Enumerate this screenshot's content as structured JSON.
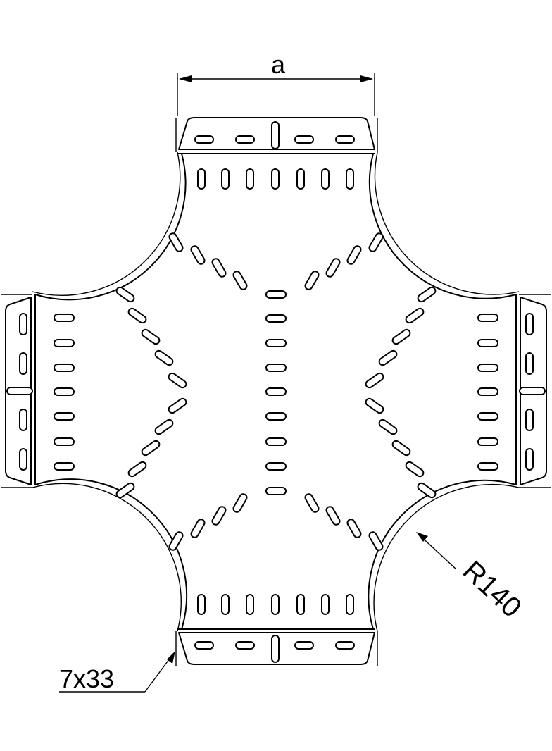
{
  "drawing": {
    "labels": {
      "width_dimension": "a",
      "radius_dimension": "R140",
      "slot_dimension": "7x33"
    },
    "colors": {
      "line": "#000000",
      "background": "#ffffff"
    }
  }
}
